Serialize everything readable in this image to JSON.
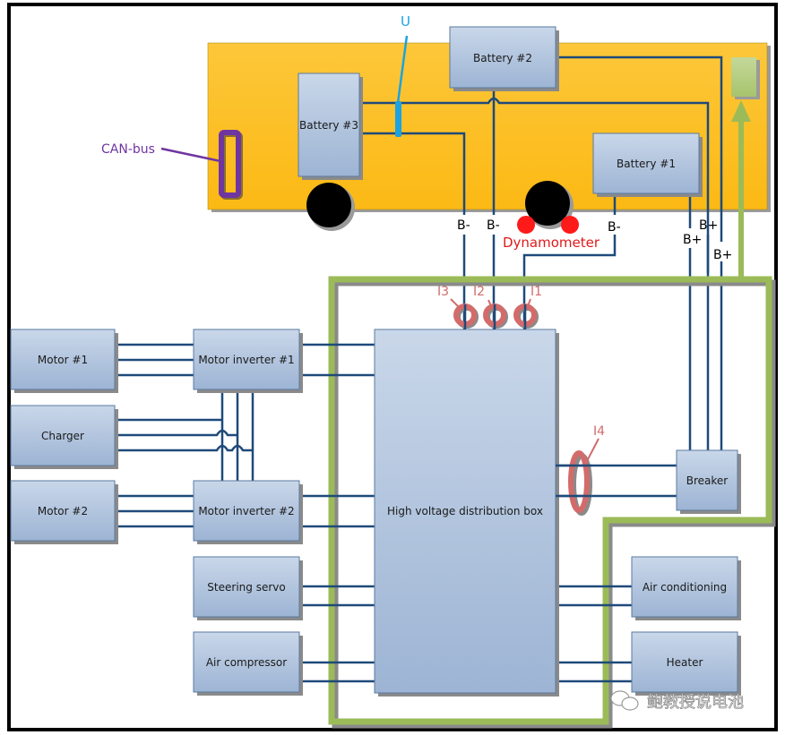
{
  "diagram": {
    "title": "Electric vehicle high voltage system test setup",
    "colors": {
      "frame": "#000000",
      "vehicle_body": "#fdbf1c",
      "box_fill_top": "#c8d6e8",
      "box_fill_bottom": "#9fb6d6",
      "wire": "#1f4a7a",
      "test_boundary": "#9bbb59",
      "current_sensor": "#d36b6b",
      "voltage_probe": "#1aa3e0",
      "can_bus": "#6f35a0",
      "dynamometer_label": "#e01a1a",
      "wheel": "#000000",
      "dyno_roller": "#ff1a1a"
    },
    "vehicle": {
      "batteries": [
        {
          "id": "battery-1",
          "label": "Battery #1"
        },
        {
          "id": "battery-2",
          "label": "Battery #2"
        },
        {
          "id": "battery-3",
          "label": "Battery #3"
        }
      ],
      "can_bus_label": "CAN-bus",
      "voltage_probe_label": "U",
      "dynamometer_label": "Dynamometer",
      "terminals": {
        "neg_1": "B-",
        "neg_2": "B-",
        "neg_3": "B-",
        "pos_1": "B+",
        "pos_2": "B+",
        "pos_3": "B+"
      }
    },
    "current_sensors": [
      "I1",
      "I2",
      "I3",
      "I4"
    ],
    "components": {
      "motor1": "Motor #1",
      "charger": "Charger",
      "motor2": "Motor #2",
      "inverter1": "Motor inverter #1",
      "inverter2": "Motor inverter #2",
      "steering": "Steering servo",
      "compressor": "Air compressor",
      "hvdb": "High voltage distribution box",
      "breaker": "Breaker",
      "aircon": "Air conditioning",
      "heater": "Heater"
    },
    "watermark": "鲍教授说电池"
  }
}
